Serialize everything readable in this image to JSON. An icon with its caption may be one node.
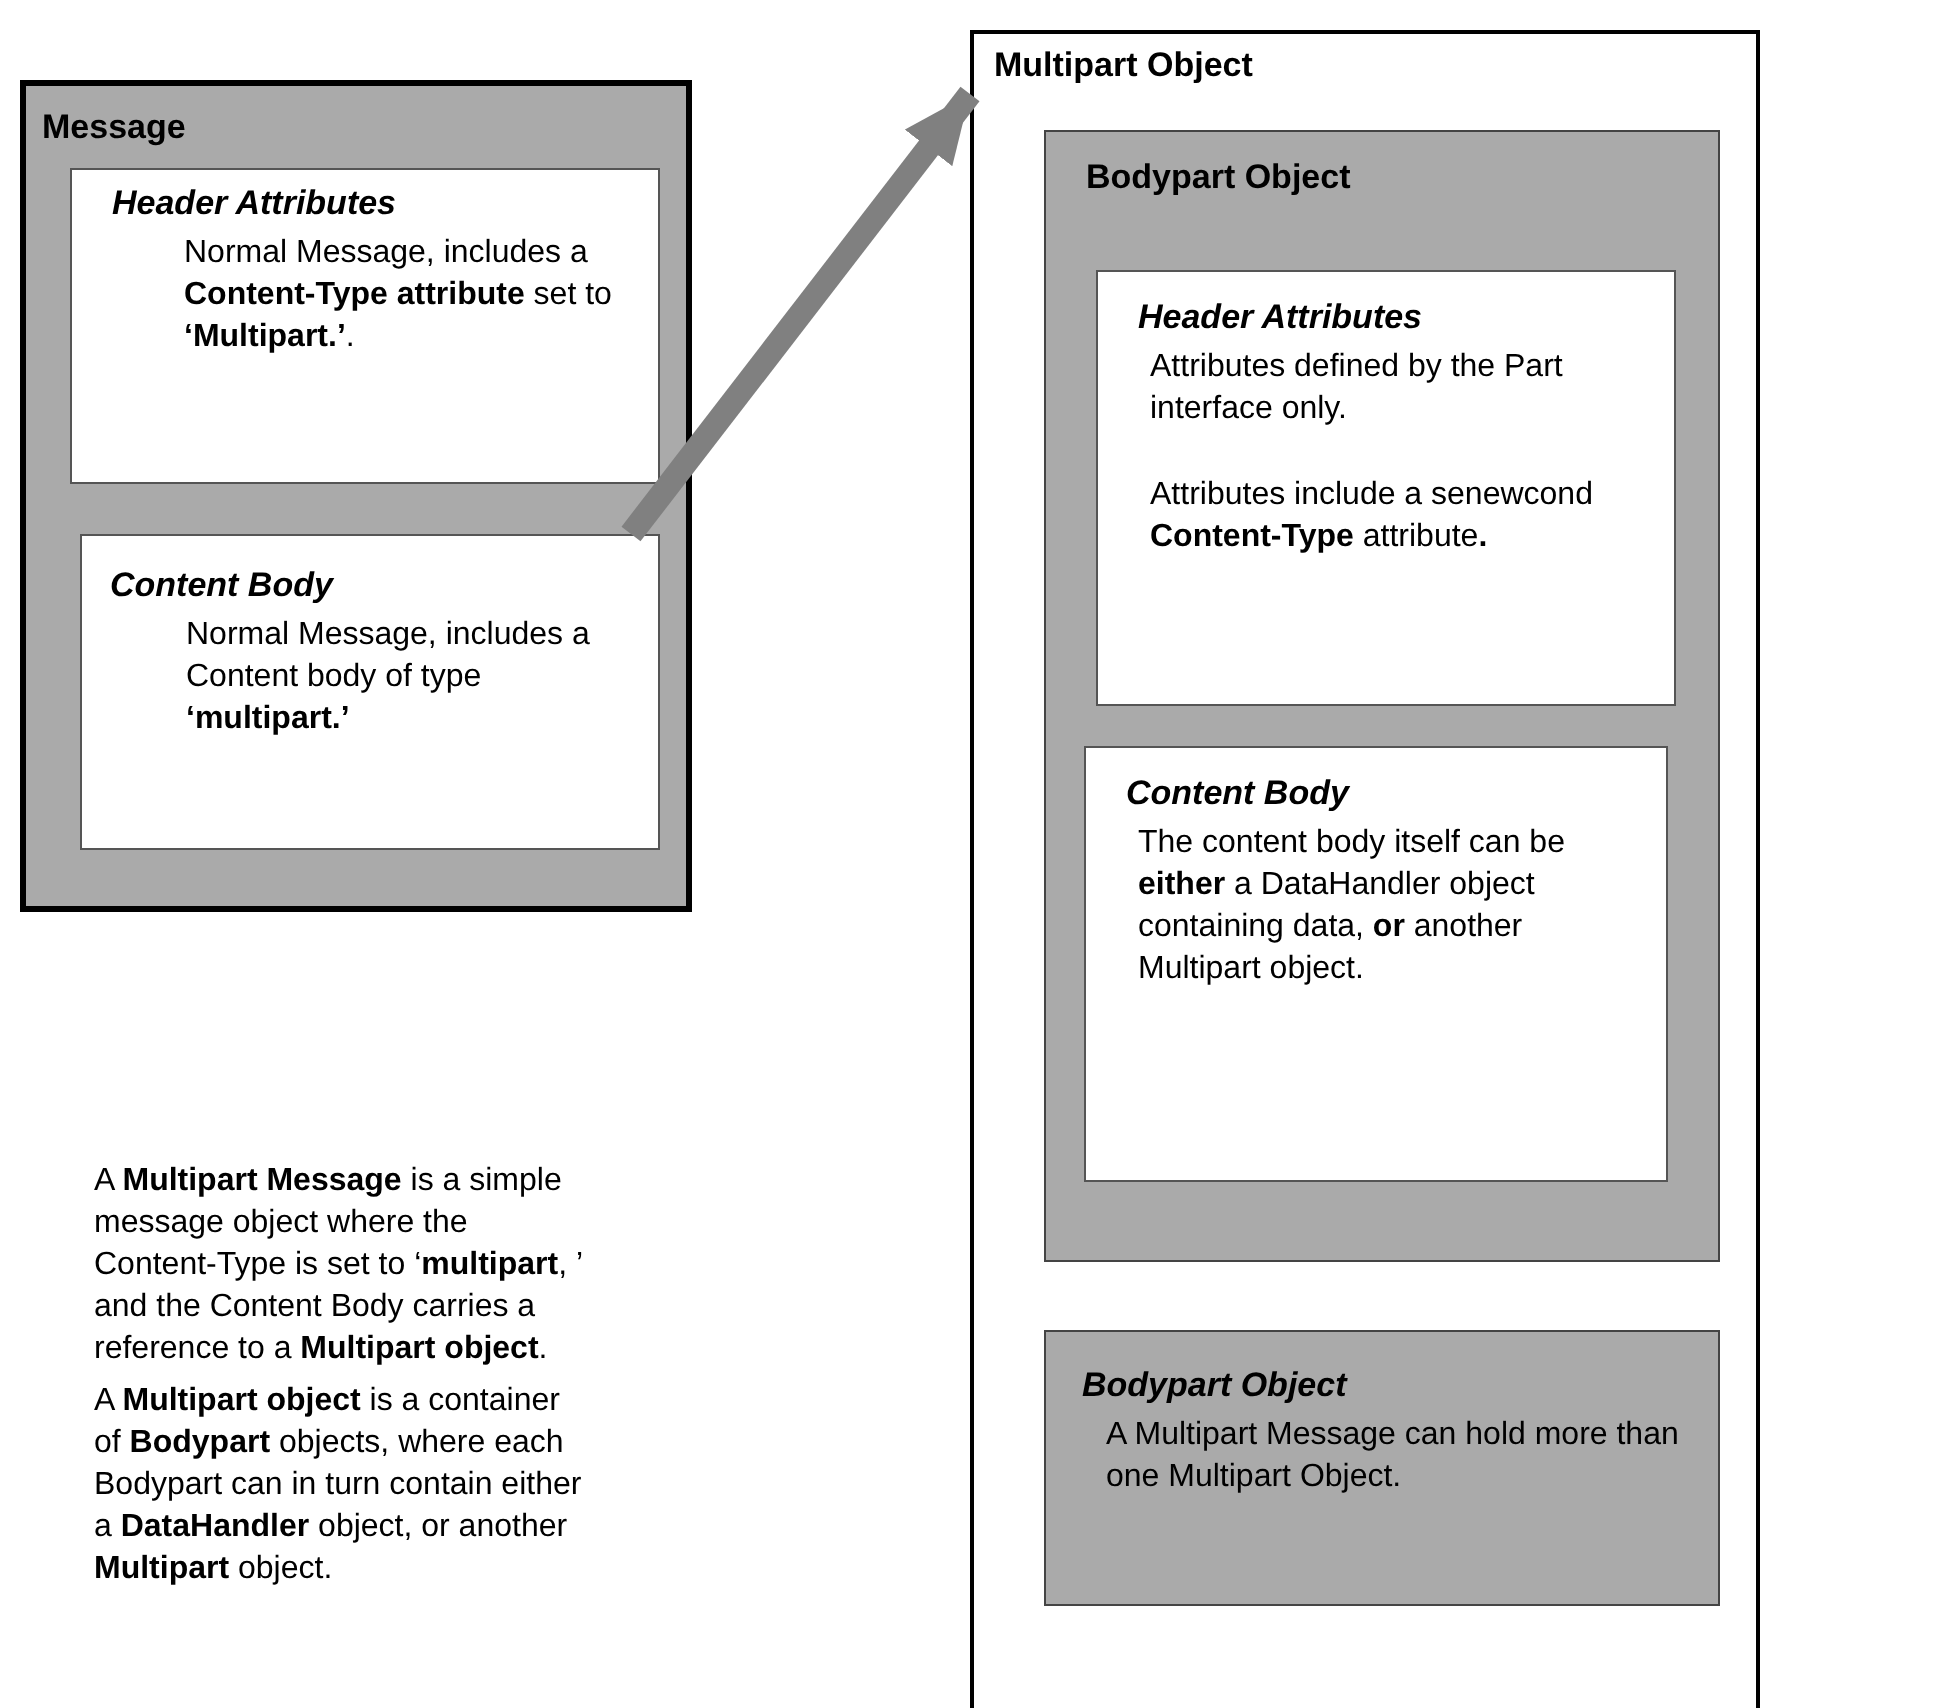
{
  "diagram": {
    "nodes": [
      {
        "text": [
          "Message"
        ]
      },
      {
        "text": [
          "Header Attributes",
          "Normal Message, includes a **Content-Type attribute** set to **‘Multipart.’**."
        ],
        "in": 0
      },
      {
        "text": [
          "Content Body",
          "Normal Message, includes a Content body of type **‘multipart.’**"
        ],
        "in": 0
      },
      {
        "text": [
          "Multipart Object"
        ]
      },
      {
        "text": [
          "Bodypart Object"
        ],
        "in": 3
      },
      {
        "text": [
          "Header Attributes",
          "Attributes defined by the Part interface only.",
          "Attributes include a senewcond **Content-Type** attribute**.**"
        ],
        "in": 4
      },
      {
        "text": [
          "Content Body",
          "The content body itself can be **either** a DataHandler object containing data, **or** another Multipart object."
        ],
        "in": 4
      },
      {
        "text": [
          "Bodypart Object",
          "A Multipart Message can hold more than one Multipart Object."
        ],
        "in": 3
      }
    ],
    "edges": [
      {
        "from": 2,
        "to": 3,
        "arrow": "to"
      }
    ],
    "labels": [
      "A **Multipart Message** is a simple message object where the Content-Type is set to ‘**multipart**, ’ and the Content Body carries a reference to a **Multipart object**.",
      "A **Multipart object** is a container of **Bodypart** objects, where each Bodypart can in turn contain either a **DataHandler** object, or another **Multipart** object."
    ]
  }
}
